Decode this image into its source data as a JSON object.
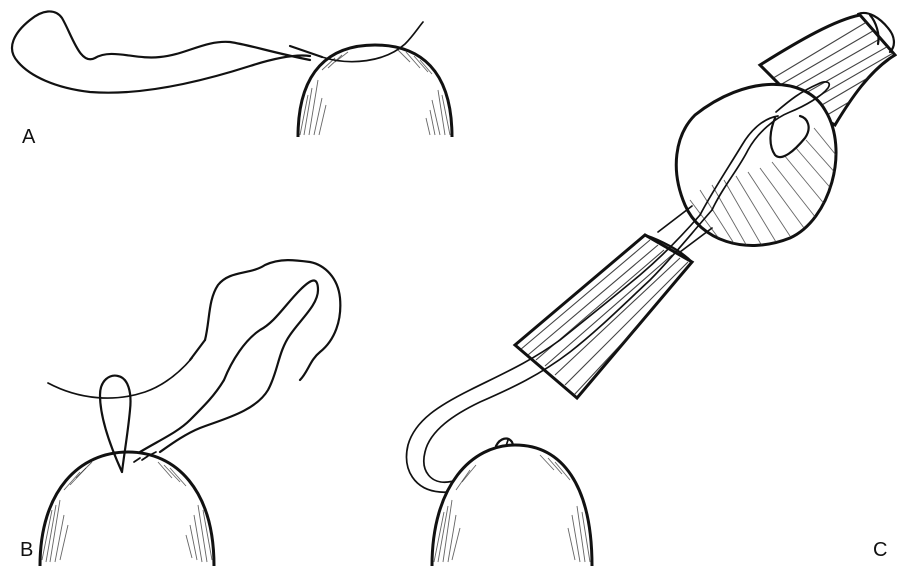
{
  "figure": {
    "panel_labels": {
      "a": "A",
      "b": "B",
      "c": "C"
    },
    "colors": {
      "ink": "#111111",
      "background": "#ffffff"
    }
  }
}
